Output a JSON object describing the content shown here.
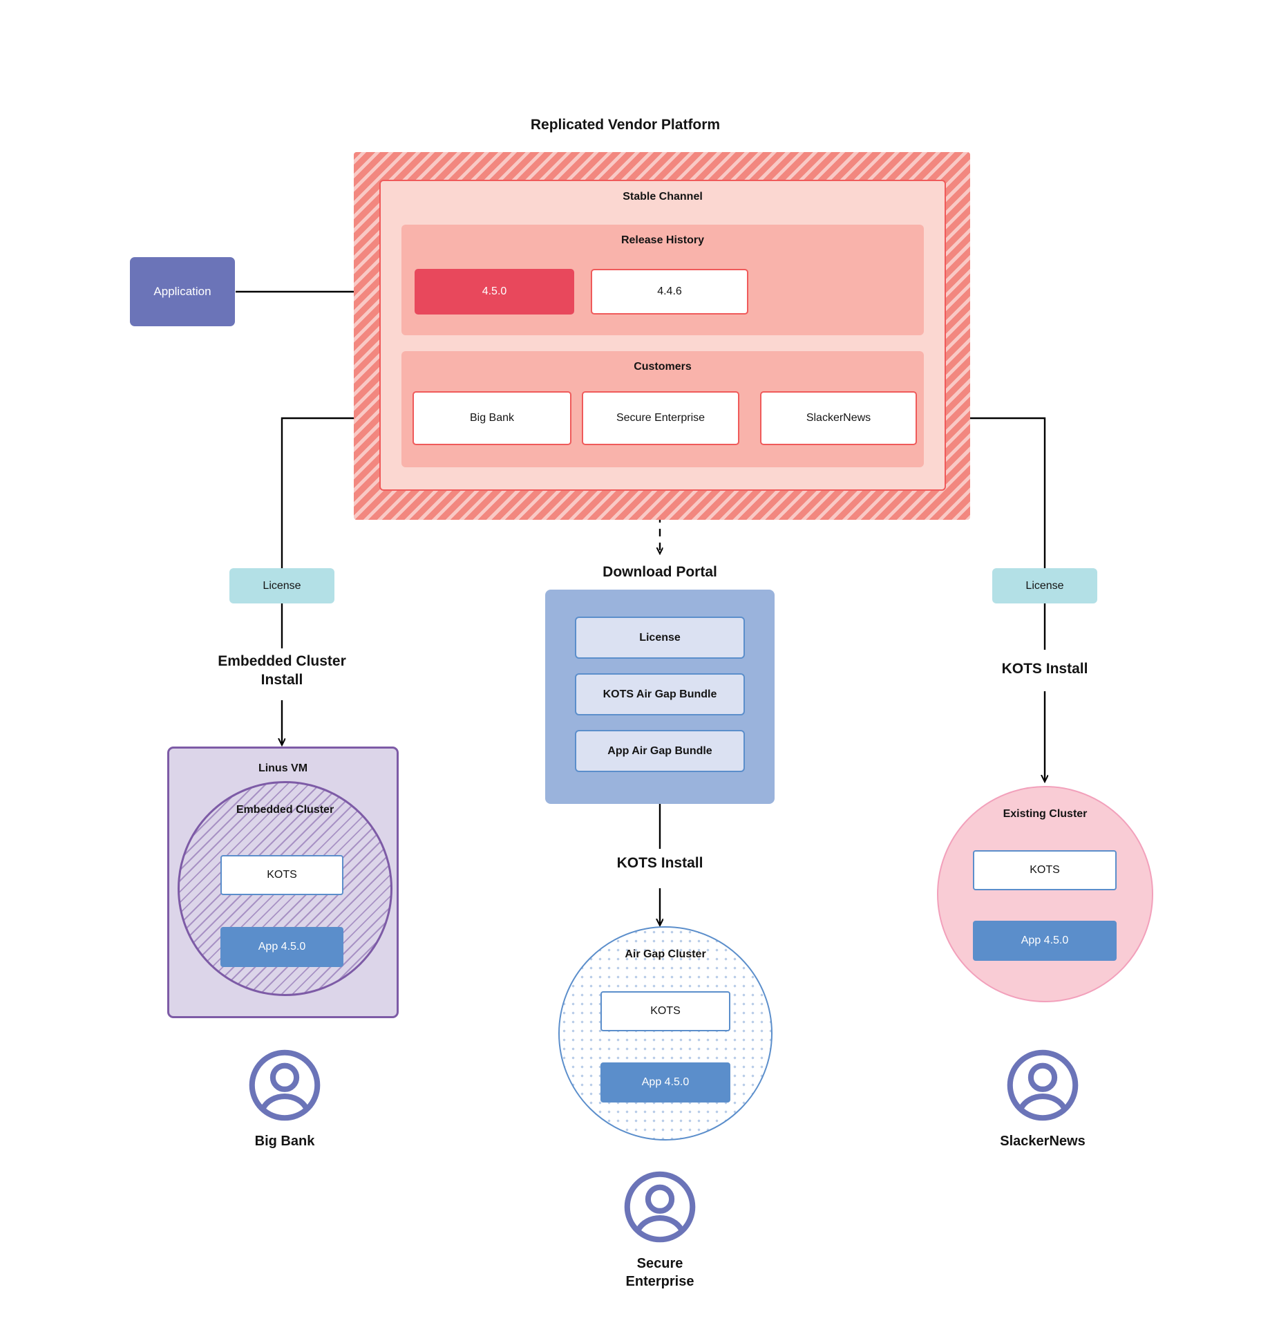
{
  "diagram": {
    "title": "Replicated Vendor Platform",
    "source_node": {
      "label": "Application"
    },
    "channel": {
      "title": "Stable Channel"
    },
    "release_history": {
      "title": "Release History",
      "releases": [
        {
          "version": "4.5.0",
          "state": "current"
        },
        {
          "version": "4.4.6",
          "state": "previous"
        }
      ]
    },
    "customers_section": {
      "title": "Customers",
      "customers": [
        {
          "name": "Big Bank"
        },
        {
          "name": "Secure\nEnterprise"
        },
        {
          "name": "SlackerNews"
        }
      ]
    },
    "license_left": {
      "label": "License"
    },
    "license_right": {
      "label": "License"
    },
    "download_portal": {
      "title": "Download  Portal",
      "items": [
        {
          "label": "License"
        },
        {
          "label": "KOTS Air Gap Bundle"
        },
        {
          "label": "App Air Gap Bundle"
        }
      ]
    },
    "install_steps": {
      "left": "Embedded Cluster\nInstall",
      "center": "KOTS Install",
      "right": "KOTS Install"
    },
    "targets": {
      "left": {
        "host_label": "Linus VM",
        "cluster_label": "Embedded Cluster",
        "kots_label": "KOTS",
        "app_label": "App 4.5.0"
      },
      "center": {
        "cluster_label": "Air Gap Cluster",
        "kots_label": "KOTS",
        "app_label": "App 4.5.0"
      },
      "right": {
        "cluster_label": "Existing Cluster",
        "kots_label": "KOTS",
        "app_label": "App 4.5.0"
      }
    },
    "personas": [
      {
        "name": "Big Bank",
        "icon": "user-avatar-icon"
      },
      {
        "name": "Secure\nEnterprise",
        "icon": "user-avatar-icon"
      },
      {
        "name": "SlackerNews",
        "icon": "user-avatar-icon"
      }
    ],
    "colors": {
      "platform_hatch": "#f2877f",
      "channel_fill": "#fbd7d1",
      "subsection_fill": "#f9b3ab",
      "release_current": "#e8485c",
      "border_red": "#ef5a5a",
      "application_purple": "#6b74b8",
      "license_teal": "#b3e0e6",
      "portal_blue": "#9ab3dc",
      "portal_item_fill": "#dbe1f2",
      "kots_blue_border": "#5b8ecb",
      "app_blue": "#5b8ecb",
      "vm_purple_fill": "#dcd5e9",
      "vm_purple_border": "#7d5ba6",
      "existing_pink": "#f9ccd5",
      "existing_pink_border": "#f2a0bb",
      "edge_black": "#000000"
    }
  }
}
